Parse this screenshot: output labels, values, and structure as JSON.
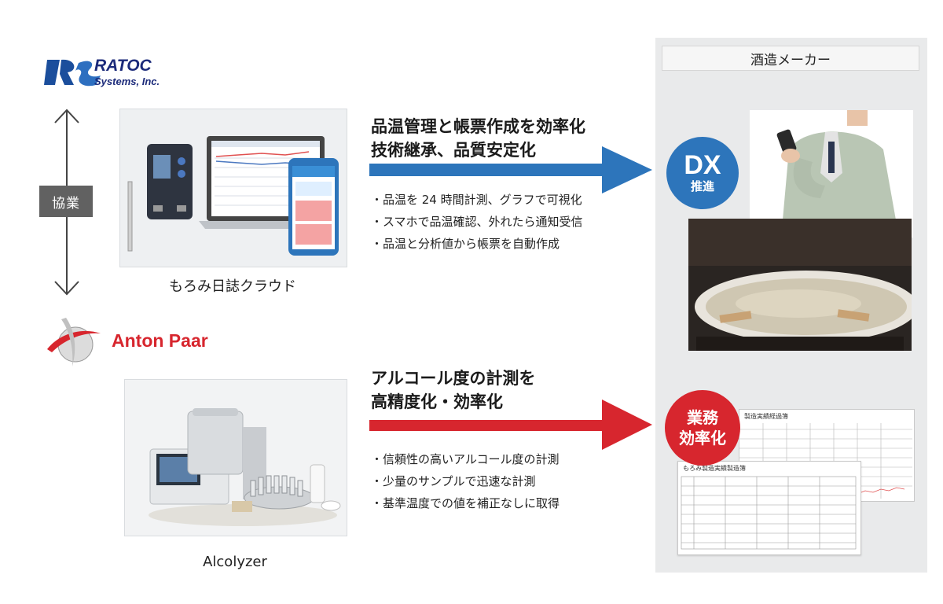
{
  "logos": {
    "ratoc_main": "RATOC",
    "ratoc_sub": "Systems, Inc.",
    "anton": "Anton Paar"
  },
  "collab_label": "協業",
  "products": {
    "moromi_caption": "もろみ日誌クラウド",
    "alcolyzer_caption": "Alcolyzer"
  },
  "top_section": {
    "headline_1": "品温管理と帳票作成を効率化",
    "headline_2": "技術継承、品質安定化",
    "bullets": [
      "・品温を 24 時間計測、グラフで可視化",
      "・スマホで品温確認、外れたら通知受信",
      "・品温と分析値から帳票を自動作成"
    ]
  },
  "bottom_section": {
    "headline_1": "アルコール度の計測を",
    "headline_2": "高精度化・効率化",
    "bullets": [
      "・信頼性の高いアルコール度の計測",
      "・少量のサンプルで迅速な計測",
      "・基準温度での値を補正なしに取得"
    ]
  },
  "maker": {
    "title": "酒造メーカー",
    "dx_big": "DX",
    "dx_small": "推進",
    "eff_line1": "業務",
    "eff_line2": "効率化",
    "sheet_back_title": "製造実績経過簿",
    "sheet_front_title": "もろみ製造実績製造簿"
  },
  "colors": {
    "blue": "#2d75bb",
    "red": "#d7262e",
    "panel": "#e9eaeb",
    "badge": "#616161"
  }
}
